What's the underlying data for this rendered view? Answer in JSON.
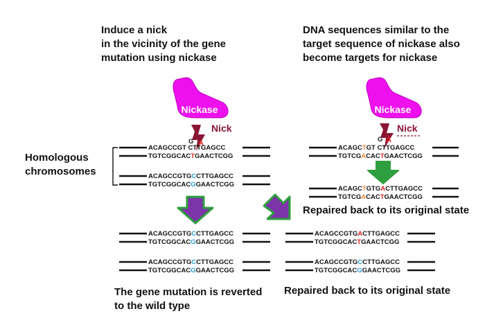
{
  "left_title": [
    "Induce a nick",
    "in the vicinity of the gene",
    "mutation using nickase"
  ],
  "right_title": [
    "DNA sequences similar to the",
    "target sequence of nickase also",
    "become targets for nickase"
  ],
  "nickase_label": "Nickase",
  "nick_label": "Nick",
  "homologous_label": [
    "Homologous",
    "chromosomes"
  ],
  "repaired_label": "Repaired back to its original state",
  "reverted_label": [
    "The gene mutation is reverted",
    "to the wild type"
  ],
  "cut_bases": {
    "left": [
      "G",
      "A"
    ],
    "right": [
      "G",
      "A"
    ]
  },
  "strands": {
    "left_mut_top": [
      {
        "t": "ACAGCCGT",
        "c": "#111111"
      },
      {
        "t": "  ",
        "c": "#111111"
      },
      {
        "t": "CTTGAGCC",
        "c": "#111111"
      }
    ],
    "left_mut_bot": [
      {
        "t": "TGTCGGCAC",
        "c": "#111111"
      },
      {
        "t": "T",
        "c": "#e02020"
      },
      {
        "t": "GAACTCGG",
        "c": "#111111"
      }
    ],
    "left_wt_top": [
      {
        "t": "ACAGCCGTG",
        "c": "#111111"
      },
      {
        "t": "C",
        "c": "#2aa0d8"
      },
      {
        "t": "CTTGAGCC",
        "c": "#111111"
      }
    ],
    "left_wt_bot": [
      {
        "t": "TGTCGGCAC",
        "c": "#111111"
      },
      {
        "t": "G",
        "c": "#2aa0d8"
      },
      {
        "t": "GAACTCGG",
        "c": "#111111"
      }
    ],
    "right_top": [
      {
        "t": "ACAGC",
        "c": "#111111"
      },
      {
        "t": "T",
        "c": "#e8883a"
      },
      {
        "t": "GT",
        "c": "#111111"
      },
      {
        "t": "  ",
        "c": "#111111"
      },
      {
        "t": "CTTGAGCC",
        "c": "#111111"
      }
    ],
    "right_bot": [
      {
        "t": "TGTCG",
        "c": "#111111"
      },
      {
        "t": "A",
        "c": "#e8883a"
      },
      {
        "t": "CAC",
        "c": "#111111"
      },
      {
        "t": "T",
        "c": "#e02020"
      },
      {
        "t": "GAACTCGG",
        "c": "#111111"
      }
    ],
    "right_rep_top": [
      {
        "t": "ACAGC",
        "c": "#111111"
      },
      {
        "t": "T",
        "c": "#e8883a"
      },
      {
        "t": "GTG",
        "c": "#111111"
      },
      {
        "t": "A",
        "c": "#e02020"
      },
      {
        "t": "CTTGAGCC",
        "c": "#111111"
      }
    ],
    "right_rep_bot": [
      {
        "t": "TGTCG",
        "c": "#111111"
      },
      {
        "t": "A",
        "c": "#e8883a"
      },
      {
        "t": "CAC",
        "c": "#111111"
      },
      {
        "t": "T",
        "c": "#e02020"
      },
      {
        "t": "GAACTCGG",
        "c": "#111111"
      }
    ],
    "res_a_top": [
      {
        "t": "ACAGCCGTG",
        "c": "#111111"
      },
      {
        "t": "C",
        "c": "#2aa0d8"
      },
      {
        "t": "CTTGAGCC",
        "c": "#111111"
      }
    ],
    "res_a_bot": [
      {
        "t": "TGTCGGCAC",
        "c": "#111111"
      },
      {
        "t": "G",
        "c": "#2aa0d8"
      },
      {
        "t": "GAACTCGG",
        "c": "#111111"
      }
    ],
    "res_b_top": [
      {
        "t": "ACAGCCGTG",
        "c": "#111111"
      },
      {
        "t": "C",
        "c": "#2aa0d8"
      },
      {
        "t": "CTTGAGCC",
        "c": "#111111"
      }
    ],
    "res_b_bot": [
      {
        "t": "TGTCGGCAC",
        "c": "#111111"
      },
      {
        "t": "G",
        "c": "#2aa0d8"
      },
      {
        "t": "GAACTCGG",
        "c": "#111111"
      }
    ],
    "res_c_top": [
      {
        "t": "ACAGCCGTG",
        "c": "#111111"
      },
      {
        "t": "A",
        "c": "#e02020"
      },
      {
        "t": "CTTGAGCC",
        "c": "#111111"
      }
    ],
    "res_c_bot": [
      {
        "t": "TGTCGGCAC",
        "c": "#111111"
      },
      {
        "t": "T",
        "c": "#e02020"
      },
      {
        "t": "GAACTCGG",
        "c": "#111111"
      }
    ],
    "res_d_top": [
      {
        "t": "ACAGCCGTG",
        "c": "#111111"
      },
      {
        "t": "C",
        "c": "#2aa0d8"
      },
      {
        "t": "CTTGAGCC",
        "c": "#111111"
      }
    ],
    "res_d_bot": [
      {
        "t": "TGTCGGCAC",
        "c": "#111111"
      },
      {
        "t": "G",
        "c": "#2aa0d8"
      },
      {
        "t": "GAACTCGG",
        "c": "#111111"
      }
    ]
  },
  "colors": {
    "nickase": "#ee11ee",
    "nick_mark": "#8b1535",
    "arrow_fill": "#7b35a8",
    "arrow_edge": "#2e9e3e",
    "mut_red": "#e02020",
    "wt_blue": "#2aa0d8",
    "off_orange": "#e8883a"
  }
}
